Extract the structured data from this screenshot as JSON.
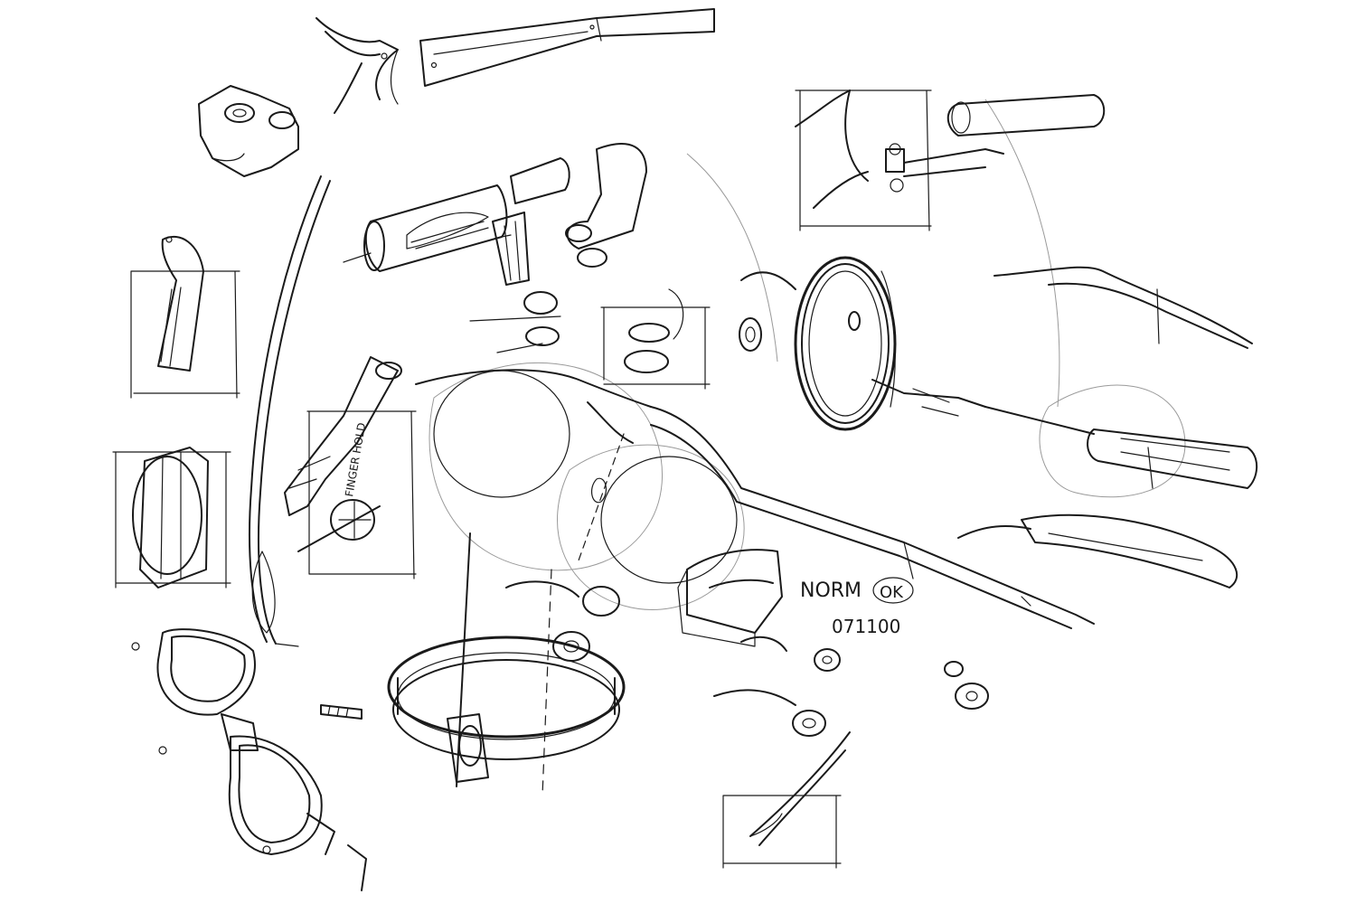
{
  "canvas": {
    "background": "#ffffff",
    "ink_color": "#1a1a1a",
    "guide_color": "#9a9a9a"
  },
  "annotations": {
    "finger_hold": "FINGER HOLD",
    "signature_name": "NORM",
    "approval_mark": "OK",
    "date_code": "071100"
  }
}
